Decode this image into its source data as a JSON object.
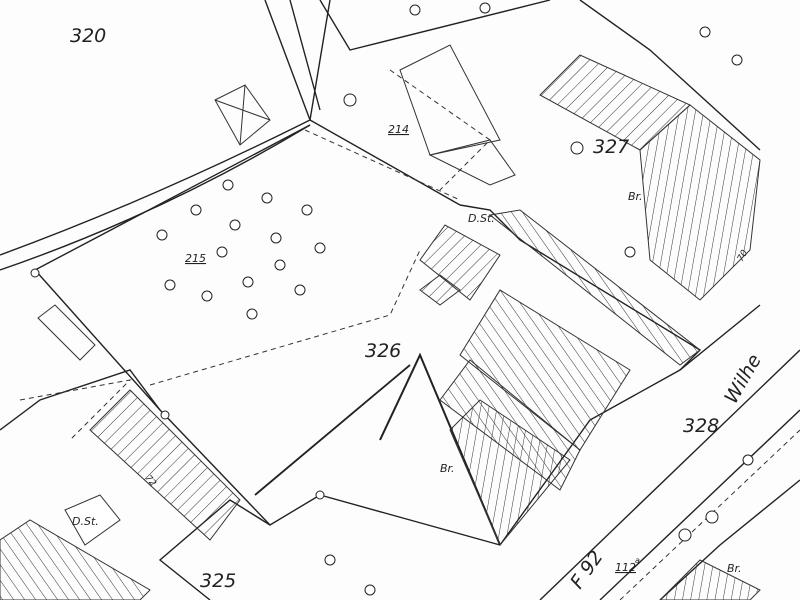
{
  "map": {
    "parcels": {
      "p320": "320",
      "p327": "327",
      "p326": "326",
      "p328": "328",
      "p325": "325",
      "p215": "215",
      "p214": "214",
      "p112a": "112",
      "p112a_sup": "a"
    },
    "annotations": {
      "dst1": "D.St.",
      "dst2": "D.St.",
      "br1": "Br.",
      "br2": "Br.",
      "br3": "Br.",
      "flur": "F 92",
      "street": "Wilhe",
      "num72": "72",
      "num70": "70"
    },
    "colors": {
      "ink": "#222222",
      "paper": "#fdfdfd"
    }
  }
}
